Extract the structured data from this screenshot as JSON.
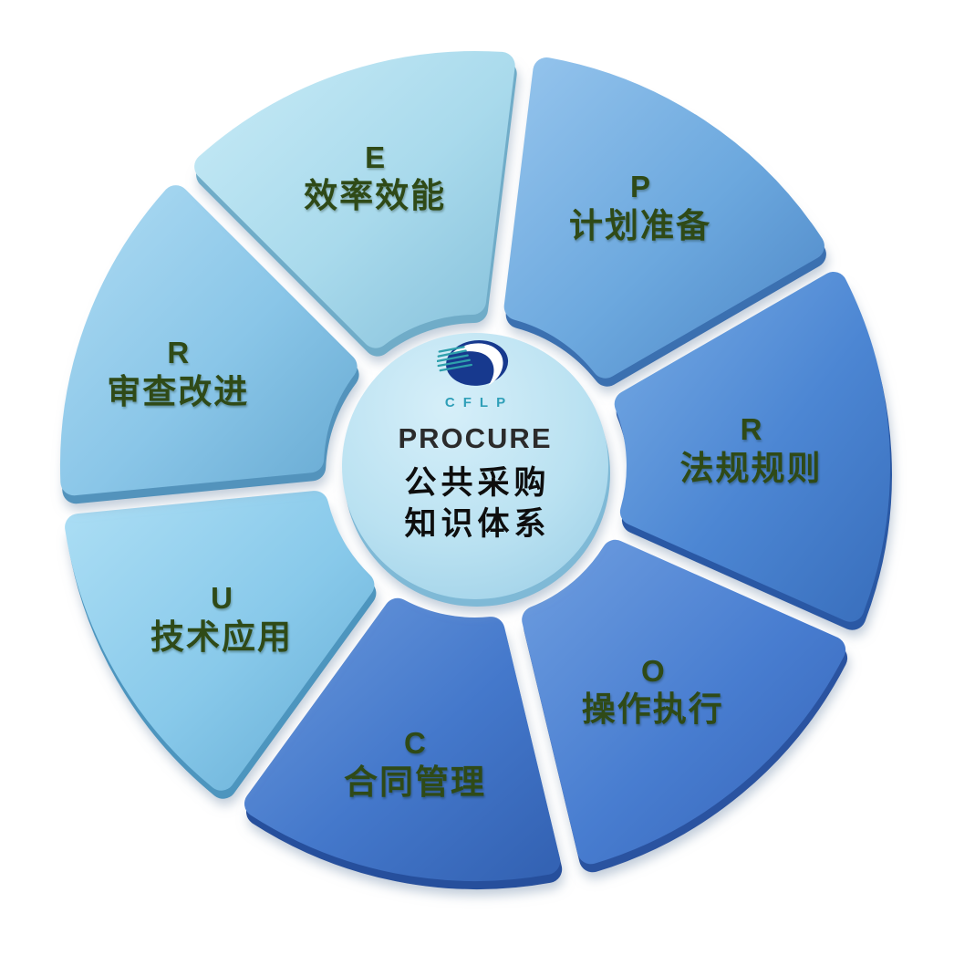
{
  "background": "#FFFFFF",
  "label_color": "#2F4A17",
  "center": {
    "title": "PROCURE",
    "subtitle_line1": "公共采购",
    "subtitle_line2": "知识体系",
    "title_color": "#2B2B2B",
    "subtitle_color": "#0E0E0E",
    "circle_color": "#B9E1F1",
    "circle_color_light": "#D6EFF9",
    "circle_color_edge": "#A3D3E9",
    "circle_side_color": "#7FB9D6",
    "logo": {
      "text": "CFLP",
      "globe_color": "#17398E",
      "swoosh_color": "#FFFFFF",
      "lines_color": "#2EA0AC",
      "text_color": "#2F9FB8"
    }
  },
  "segments": [
    {
      "id": "p",
      "letter": "P",
      "title": "计划准备",
      "color": "#6CA8DE",
      "color_light": "#93C3EC",
      "color_dark": "#4E88C8",
      "color_side": "#3B6FB0"
    },
    {
      "id": "r-regulations",
      "letter": "R",
      "title": "法规规则",
      "color": "#4C86D3",
      "color_light": "#74A9E3",
      "color_dark": "#3A70BE",
      "color_side": "#2B59A4"
    },
    {
      "id": "o",
      "letter": "O",
      "title": "操作执行",
      "color": "#487DD0",
      "color_light": "#6C9CDF",
      "color_dark": "#3766BA",
      "color_side": "#2A53A0"
    },
    {
      "id": "c",
      "letter": "C",
      "title": "合同管理",
      "color": "#4478CB",
      "color_light": "#6897DB",
      "color_dark": "#3463B4",
      "color_side": "#27509C"
    },
    {
      "id": "u",
      "letter": "U",
      "title": "技术应用",
      "color": "#88C9EA",
      "color_light": "#AADDF4",
      "color_dark": "#67AED6",
      "color_side": "#4E95BE"
    },
    {
      "id": "r-review",
      "letter": "R",
      "title": "审查改进",
      "color": "#8AC6E8",
      "color_light": "#ACDAF2",
      "color_dark": "#6AACD4",
      "color_side": "#5293BC"
    },
    {
      "id": "e",
      "letter": "E",
      "title": "效率效能",
      "color": "#A9DAEC",
      "color_light": "#C6EAF6",
      "color_dark": "#88C2DC",
      "color_side": "#6FACC8"
    }
  ]
}
